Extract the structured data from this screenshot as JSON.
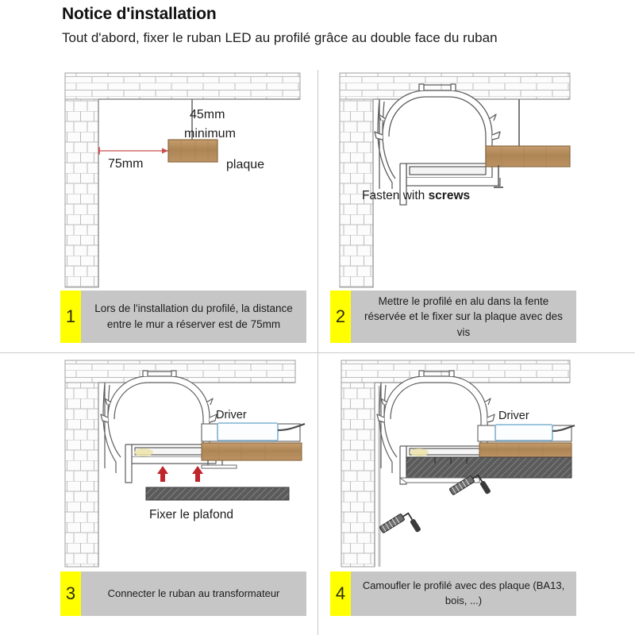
{
  "header": {
    "title": "Notice d'installation",
    "subtitle": "Tout d'abord, fixer le ruban LED au profilé grâce au double face du ruban"
  },
  "colors": {
    "badge_yellow": "#ffff00",
    "caption_gray": "#c6c6c6",
    "wood": "#b08b5e",
    "driver_border": "#7fb2d4",
    "arrow_red": "#c0252b",
    "dimension_red": "#c8504f",
    "brick_line": "#b9b9b9",
    "profile_line": "#5a5a5a",
    "plate_hatch": "#555555"
  },
  "steps": [
    {
      "number": "1",
      "caption": "Lors de l'installation du profilé, la distance entre le mur a réserver est de 75mm",
      "labels": {
        "dim_vertical": "45mm",
        "dim_vertical_2": "minimum",
        "dim_horizontal": "75mm",
        "part": "plaque"
      }
    },
    {
      "number": "2",
      "caption": "Mettre le profilé en alu dans la fente réservée et le fixer sur la plaque avec des vis",
      "labels": {
        "fasten_prefix": "Fasten with ",
        "fasten_strong": "screws"
      }
    },
    {
      "number": "3",
      "caption": "Connecter le ruban au transformateur",
      "labels": {
        "driver": "Driver",
        "action": "Fixer le plafond"
      }
    },
    {
      "number": "4",
      "caption": "Camoufler le profilé avec des plaque (BA13, bois, ...)",
      "labels": {
        "driver": "Driver"
      }
    }
  ]
}
